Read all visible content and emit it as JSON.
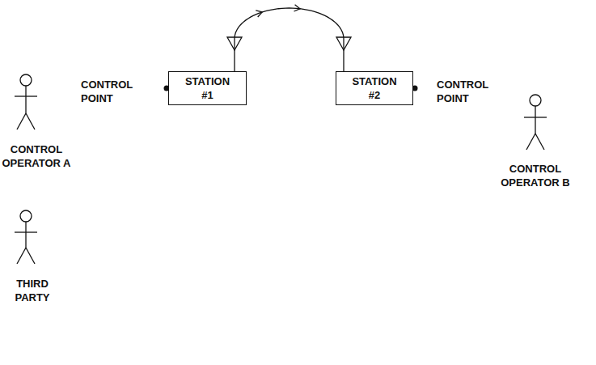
{
  "diagram": {
    "nodes": [
      {
        "text": [
          "STATION #1"
        ]
      },
      {
        "text": [
          "STATION #2"
        ]
      }
    ],
    "edges": [
      {
        "from": 0,
        "to": 1,
        "arrow": "to"
      }
    ],
    "labels": [
      "CONTROL POINT",
      "CONTROL POINT",
      "CONTROL OPERATOR A",
      "CONTROL OPERATOR B",
      "THIRD PARTY"
    ]
  }
}
